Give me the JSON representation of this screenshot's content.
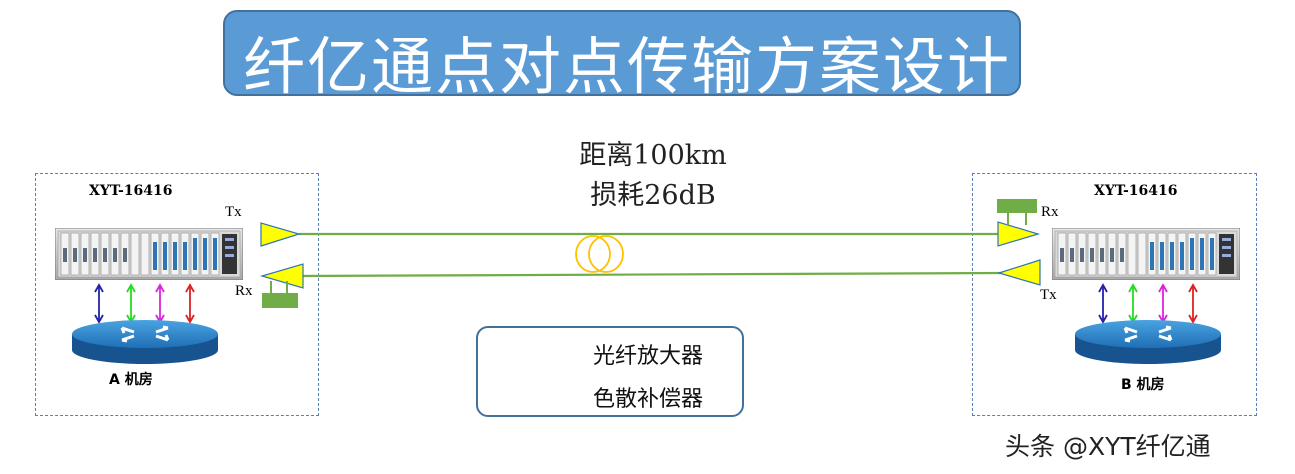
{
  "title": "纤亿通点对点传输方案设计",
  "link": {
    "distance": "距离100km",
    "loss": "损耗26dB"
  },
  "site_a": {
    "model": "XYT-16416",
    "tx": "Tx",
    "rx": "Rx",
    "room": "A 机房"
  },
  "site_b": {
    "model": "XYT-16416",
    "tx": "Tx",
    "rx": "Rx",
    "room": "B 机房"
  },
  "legend": {
    "amplifier": "光纤放大器",
    "compensator": "色散补偿器"
  },
  "watermark": "头条 @XYT纤亿通",
  "colors": {
    "title_fill": "#5b9bd5",
    "fiber": "#70ad47",
    "amplifier": "#ffff00",
    "compensator": "#70ad47",
    "fiber_coil": "#ffc000",
    "router": "#1f6fb5"
  },
  "icons": [
    "amplifier-triangle",
    "compensator-rect",
    "router-icon",
    "chassis-icon",
    "fiber-coil-icon",
    "double-arrow-icon"
  ]
}
